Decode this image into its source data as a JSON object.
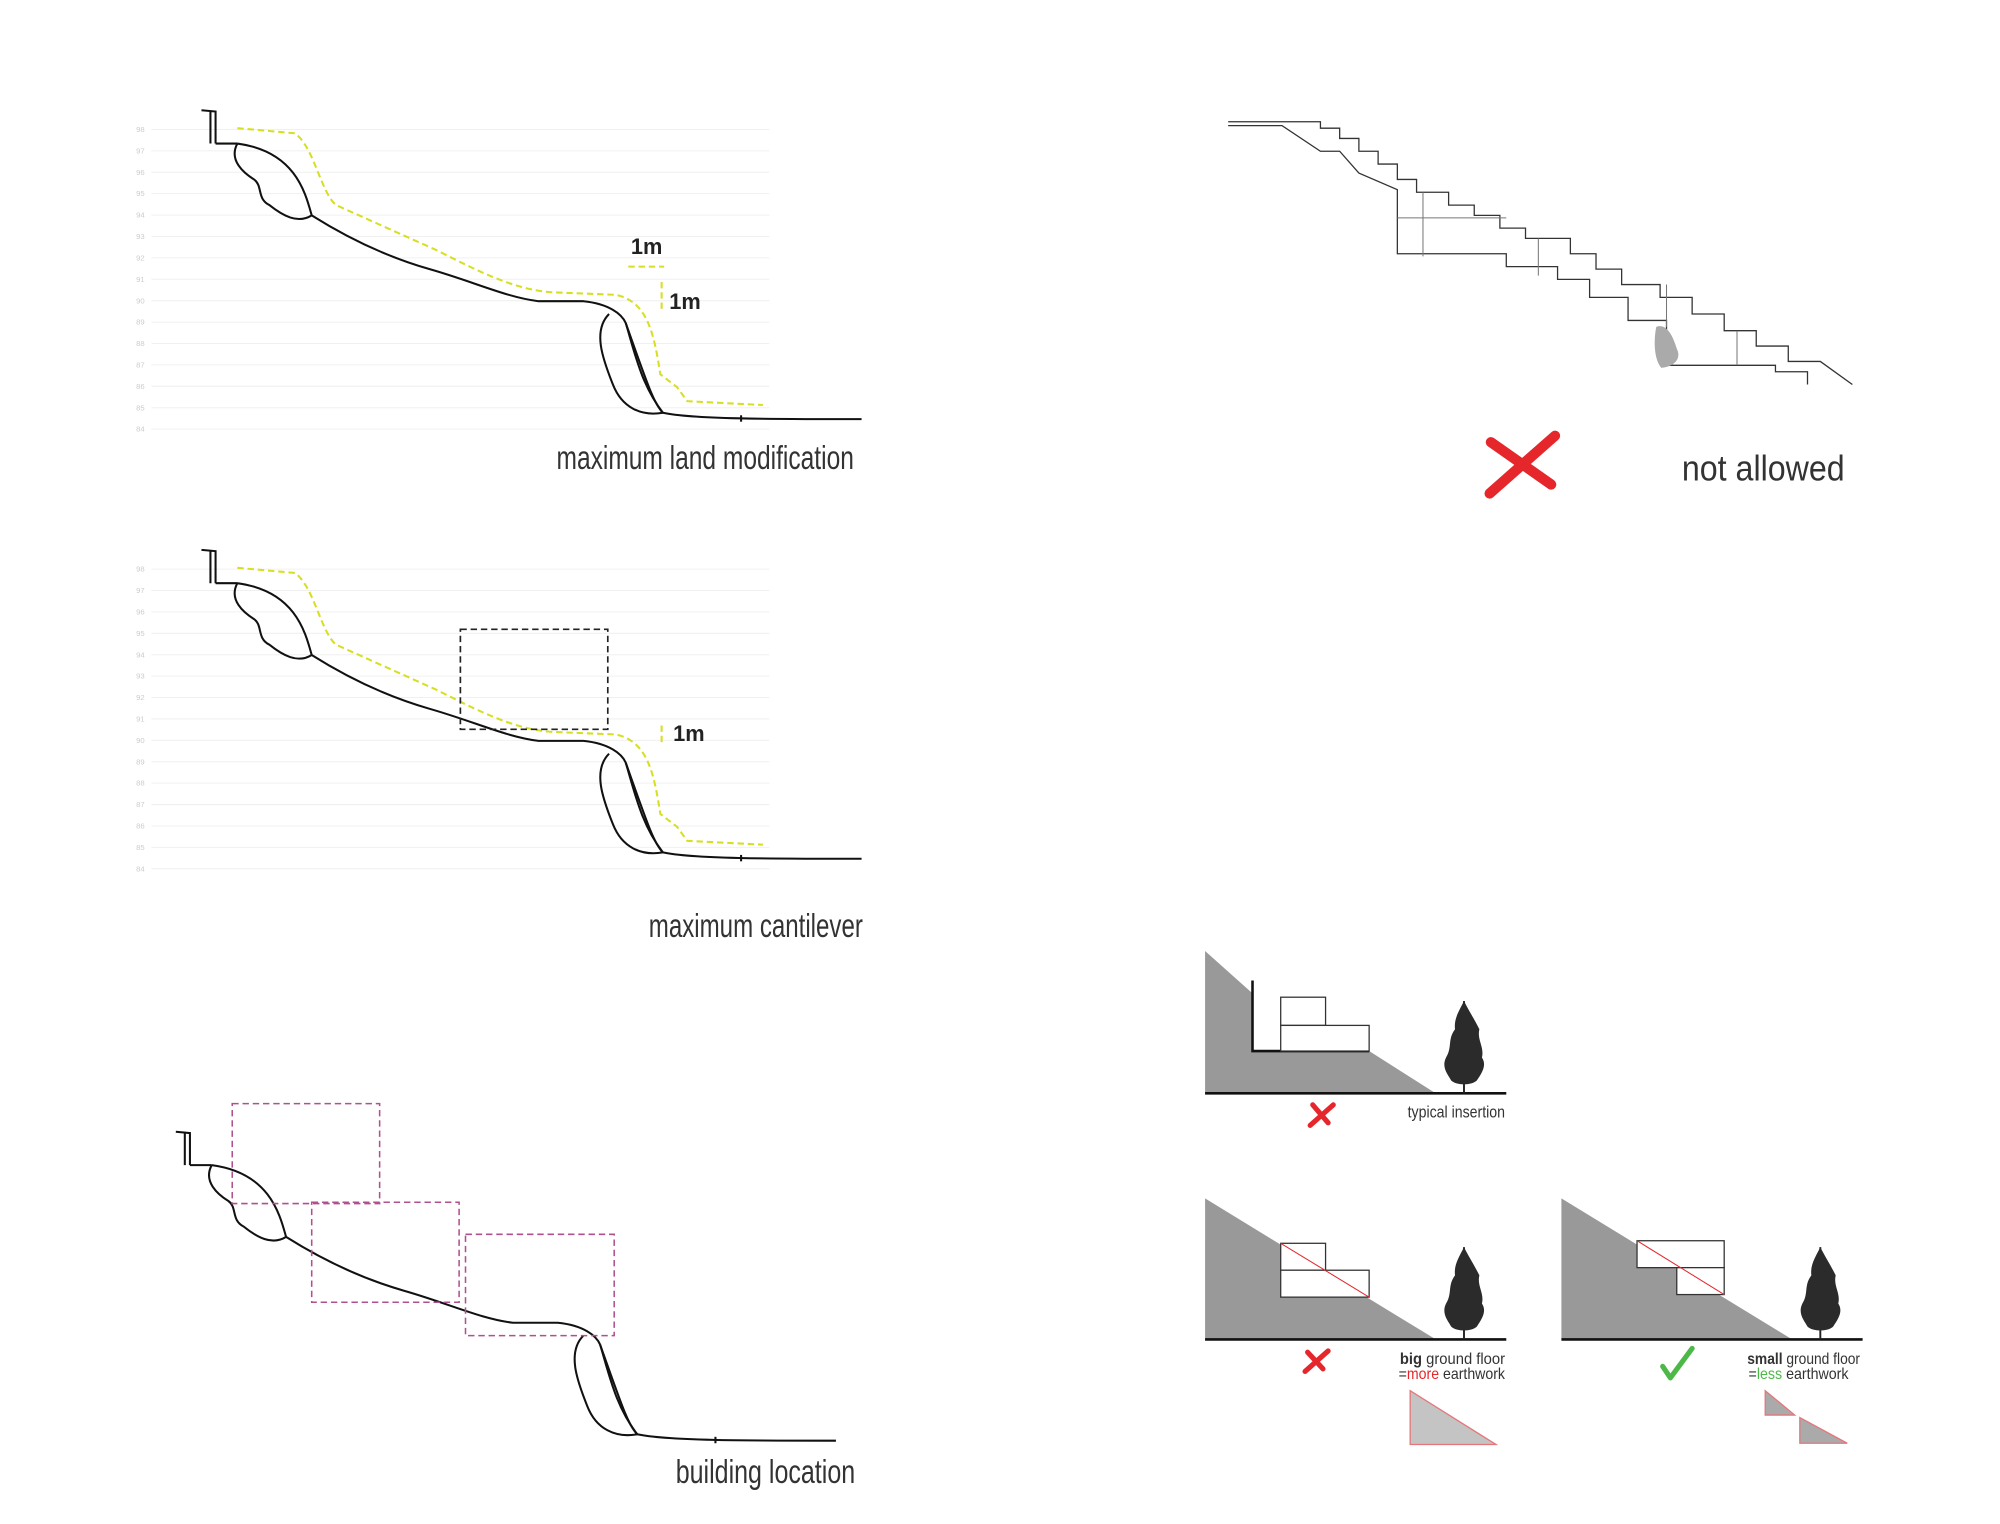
{
  "axis_ticks": [
    "98",
    "97",
    "96",
    "95",
    "94",
    "93",
    "92",
    "91",
    "90",
    "89",
    "88",
    "87",
    "86",
    "85",
    "84"
  ],
  "panel_land": {
    "title": "maximum land modification",
    "dim_horizontal": "1m",
    "dim_vertical": "1m"
  },
  "panel_cantilever": {
    "title": "maximum cantilever",
    "dim_vertical": "1m"
  },
  "panel_location": {
    "title": "building location"
  },
  "panel_section": {
    "verdict": "not allowed"
  },
  "insertion_typical": {
    "caption": "typical insertion"
  },
  "insertion_big": {
    "caption_bold": "big",
    "caption_rest": " ground floor",
    "eq": "=",
    "highlight": "more",
    "tail": " earthwork"
  },
  "insertion_small": {
    "caption_bold": "small",
    "caption_rest": " ground floor",
    "eq": "=",
    "highlight": "less",
    "tail": " earthwork"
  },
  "colors": {
    "yellow": "#d6df22",
    "magenta": "#b0508f",
    "red": "#e5262b",
    "green": "#4cb848",
    "gray": "#999999"
  }
}
